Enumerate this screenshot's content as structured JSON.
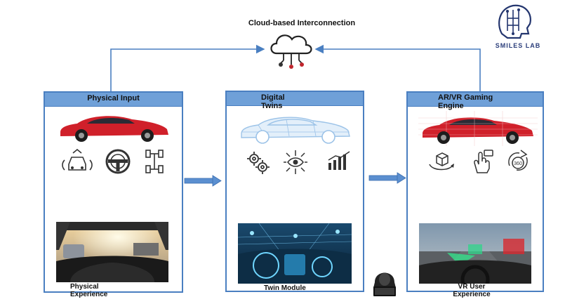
{
  "cloud": {
    "title": "Cloud-based Interconnection"
  },
  "logo": {
    "text": "SMILES  LAB"
  },
  "panels": [
    {
      "title": "Physical Input",
      "caption": "Physical Experience",
      "icons": [
        "vehicle-sensors-icon",
        "steering-wheel-icon",
        "drivetrain-icon"
      ]
    },
    {
      "title": "Digital Twins",
      "caption": "Twin Module",
      "icons": [
        "gears-icon",
        "network-eye-icon",
        "analytics-chart-icon"
      ]
    },
    {
      "title": "AR/VR Gaming Engine",
      "caption": "VR User Experience",
      "icons": [
        "rotating-cube-icon",
        "hand-gesture-icon",
        "view-360-icon"
      ]
    }
  ],
  "colors": {
    "panel_border": "#4a7fc1",
    "panel_header": "#6fa0d8",
    "arrow": "#4a7fc1",
    "car_red": "#d0202a"
  }
}
